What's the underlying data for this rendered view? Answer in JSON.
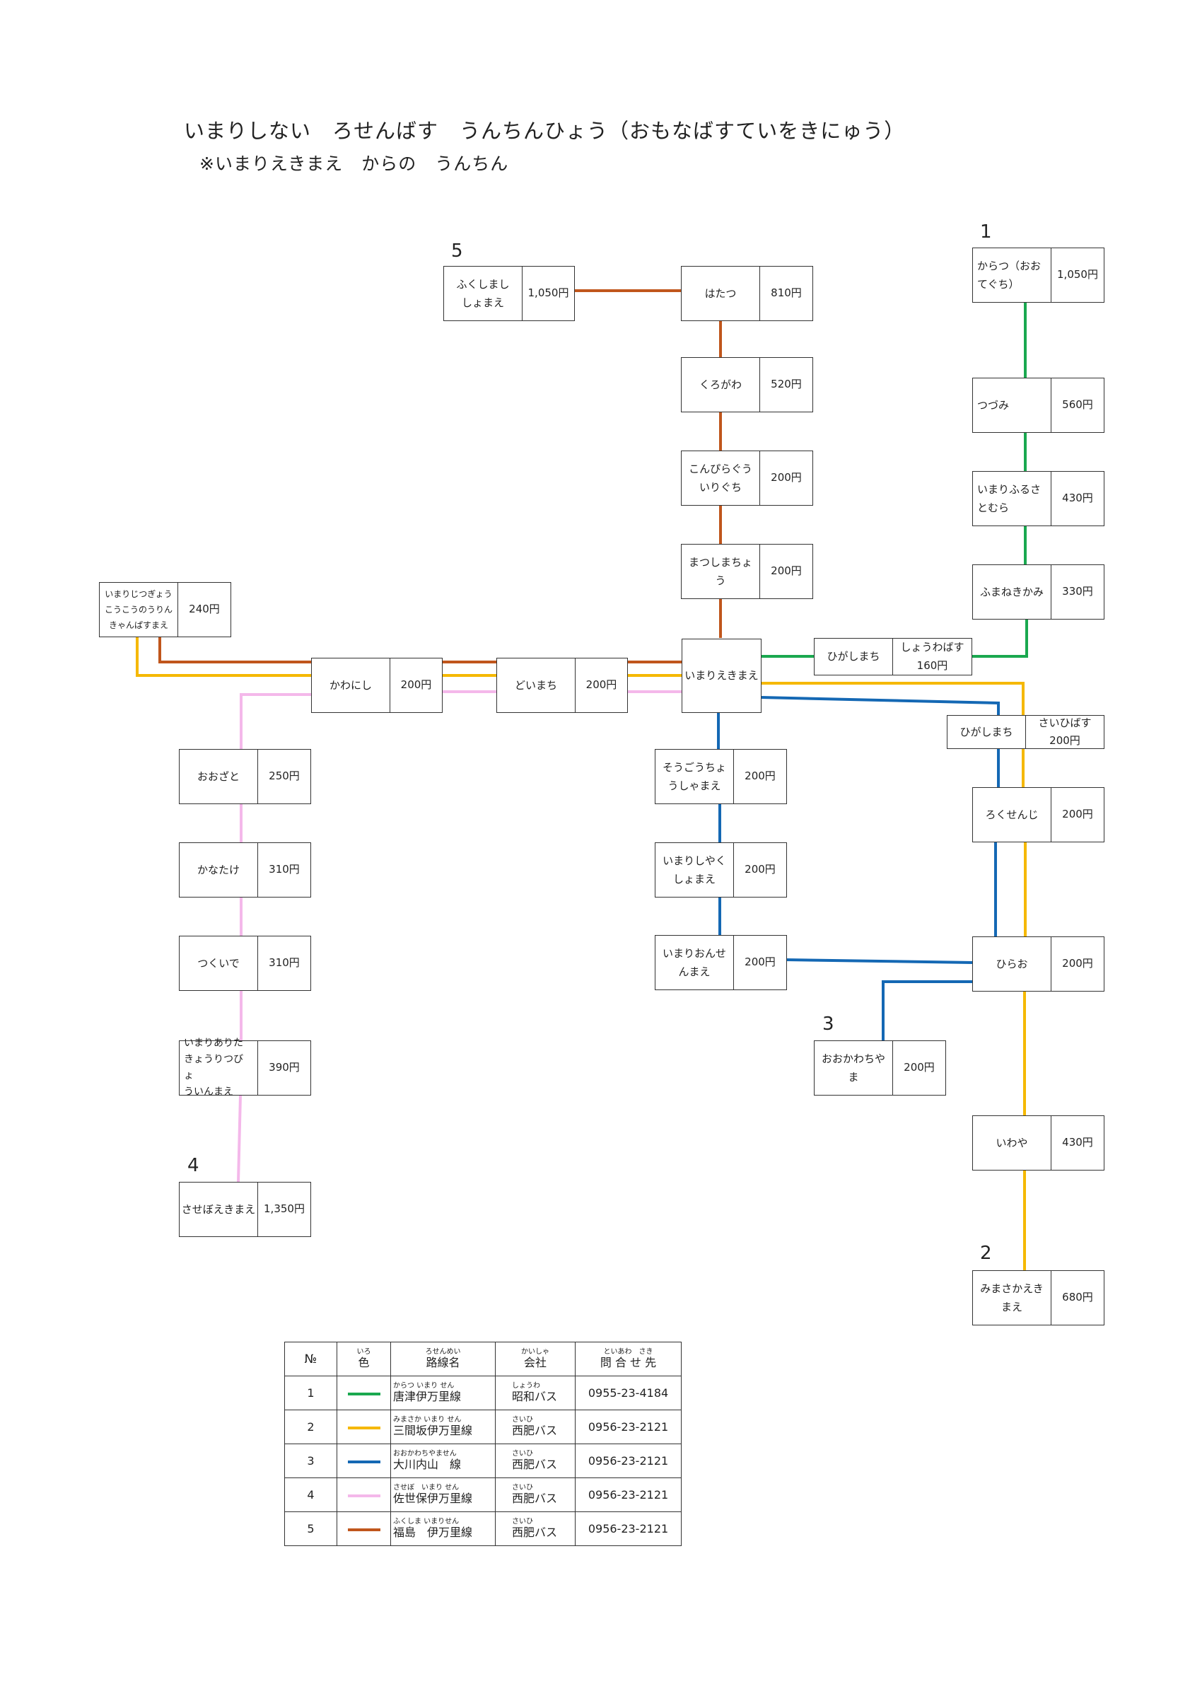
{
  "title": "いまりしない　ろせんばす　うんちんひょう（おもなばすていをきにゅう）",
  "subtitle": "※いまりえきまえ　からの　うんちん",
  "route_numbers": [
    "1",
    "2",
    "3",
    "4",
    "5"
  ],
  "colors": {
    "route1": "#1aa84f",
    "route2": "#f5b800",
    "route3": "#1468b4",
    "route4": "#f4b8ea",
    "route5": "#c0561c"
  },
  "stops": {
    "fukushima": {
      "name": "ふくしまし\nしょまえ",
      "fare": "1,050円"
    },
    "hatatsu": {
      "name": "はたつ",
      "fare": "810円"
    },
    "kurogawa": {
      "name": "くろがわ",
      "fare": "520円"
    },
    "konpira": {
      "name": "こんぴらぐう\nいりぐち",
      "fare": "200円"
    },
    "matsushima": {
      "name": "まつしまちょう",
      "fare": "200円"
    },
    "karatsu": {
      "name": "からつ（おお\nてぐち）",
      "fare": "1,050円"
    },
    "tsuzumi": {
      "name": "つづみ",
      "fare": "560円"
    },
    "furusato": {
      "name": "いまりふるさ\nとむら",
      "fare": "430円"
    },
    "fumane": {
      "name": "ふまねきかみ",
      "fare": "330円"
    },
    "higashimachi_showa": {
      "name": "ひがしまち",
      "fare": "しょうわばす\n160円"
    },
    "jitsugyo": {
      "name": "いまりじつぎょう\nこうこうのうりん\nきゃんぱすまえ",
      "fare": "240円"
    },
    "kawanishi": {
      "name": "かわにし",
      "fare": "200円"
    },
    "doimachi": {
      "name": "どいまち",
      "fare": "200円"
    },
    "imari_st": {
      "name": "いまりえきまえ",
      "fare": ""
    },
    "higashimachi_saihi": {
      "name": "ひがしまち",
      "fare": "さいひばす\n200円"
    },
    "ozato": {
      "name": "おおざと",
      "fare": "250円"
    },
    "kanatake": {
      "name": "かなたけ",
      "fare": "310円"
    },
    "tsukuide": {
      "name": "つくいで",
      "fare": "310円"
    },
    "arita_hospital": {
      "name": "いまりありた\nきょうりつびょ\nういんまえ",
      "fare": "390円"
    },
    "sasebo": {
      "name": "させぼえきまえ",
      "fare": "1,350円"
    },
    "sogo": {
      "name": "そうごうちょ\nうしゃまえ",
      "fare": "200円"
    },
    "shiyakusho": {
      "name": "いまりしやく\nしょまえ",
      "fare": "200円"
    },
    "onsen": {
      "name": "いまりおんせ\nんまえ",
      "fare": "200円"
    },
    "rokusenji": {
      "name": "ろくせんじ",
      "fare": "200円"
    },
    "hirao": {
      "name": "ひらお",
      "fare": "200円"
    },
    "okawachi": {
      "name": "おおかわちや\nま",
      "fare": "200円"
    },
    "iwaya": {
      "name": "いわや",
      "fare": "430円"
    },
    "mimasaka": {
      "name": "みまさかえき\nまえ",
      "fare": "680円"
    }
  },
  "legend": {
    "headers": {
      "no": "№",
      "color_ruby": "いろ",
      "color": "色",
      "route_ruby": "ろせんめい",
      "route": "路線名",
      "company_ruby": "かいしゃ",
      "company": "会社",
      "contact_ruby": "といあわ　さき",
      "contact": "問 合 せ 先"
    },
    "rows": [
      {
        "no": "1",
        "route_ruby": "からつ いまり せん",
        "route": "唐津伊万里線",
        "company_ruby": "しょうわ",
        "company": "昭和バス",
        "tel": "0955-23-4184"
      },
      {
        "no": "2",
        "route_ruby": "みまさか いまり せん",
        "route": "三間坂伊万里線",
        "company_ruby": "さいひ",
        "company": "西肥バス",
        "tel": "0956-23-2121"
      },
      {
        "no": "3",
        "route_ruby": "おおかわちやません",
        "route": "大川内山　線",
        "company_ruby": "さいひ",
        "company": "西肥バス",
        "tel": "0956-23-2121"
      },
      {
        "no": "4",
        "route_ruby": "させぼ　いまり せん",
        "route": "佐世保伊万里線",
        "company_ruby": "さいひ",
        "company": "西肥バス",
        "tel": "0956-23-2121"
      },
      {
        "no": "5",
        "route_ruby": "ふくしま いまりせん",
        "route": "福島　伊万里線",
        "company_ruby": "さいひ",
        "company": "西肥バス",
        "tel": "0956-23-2121"
      }
    ]
  }
}
